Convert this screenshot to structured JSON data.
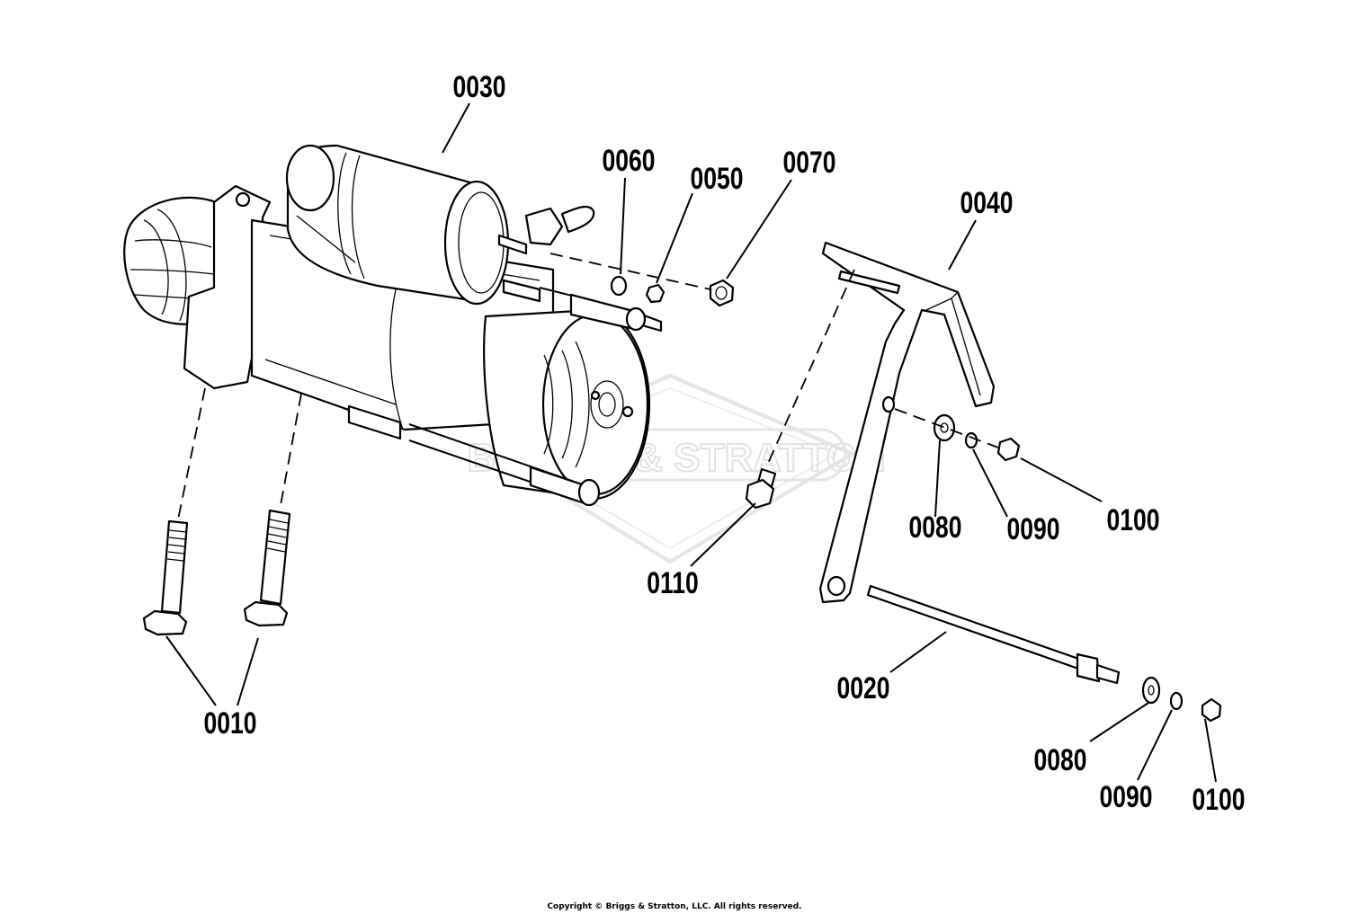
{
  "diagram": {
    "callouts": {
      "c0030": "0030",
      "c0060": "0060",
      "c0050": "0050",
      "c0070": "0070",
      "c0040": "0040",
      "c0080a": "0080",
      "c0090a": "0090",
      "c0100a": "0100",
      "c0110": "0110",
      "c0010": "0010",
      "c0020": "0020",
      "c0080b": "0080",
      "c0090b": "0090",
      "c0100b": "0100"
    },
    "watermark": "BRIGGS & STRATTON",
    "copyright": "Copyright © Briggs & Stratton, LLC. All rights reserved."
  },
  "colors": {
    "line": "#000000",
    "watermark": "#e2e2e2",
    "background": "#ffffff"
  }
}
